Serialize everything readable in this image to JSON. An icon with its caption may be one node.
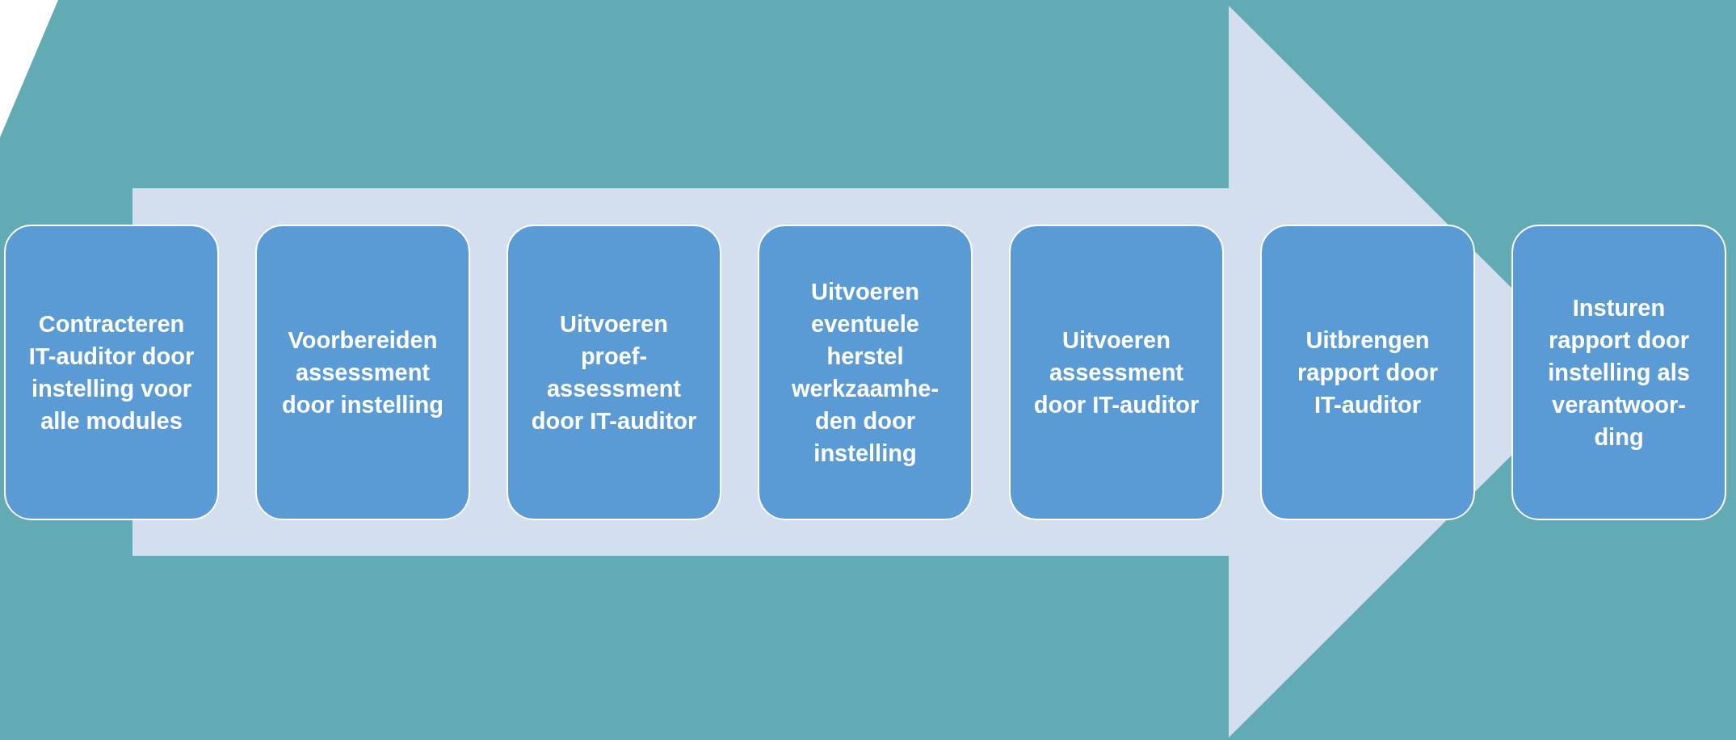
{
  "diagram": {
    "nodes": [
      {
        "text": [
          "Contracteren IT-auditor door instelling voor alle modules"
        ]
      },
      {
        "text": [
          "Voorbereiden assessment door instelling"
        ]
      },
      {
        "text": [
          "Uitvoeren proef- assessment door IT-auditor"
        ]
      },
      {
        "text": [
          "Uitvoeren eventuele herstel werkzaamhe- den door instelling"
        ]
      },
      {
        "text": [
          "Uitvoeren assessment door IT-auditor"
        ]
      },
      {
        "text": [
          "Uitbrengen rapport door IT-auditor"
        ]
      },
      {
        "text": [
          "Insturen rapport door instelling als verantwoor- ding"
        ]
      }
    ],
    "edges": [
      {
        "from": 0,
        "to": 6,
        "arrow": "to"
      }
    ]
  }
}
